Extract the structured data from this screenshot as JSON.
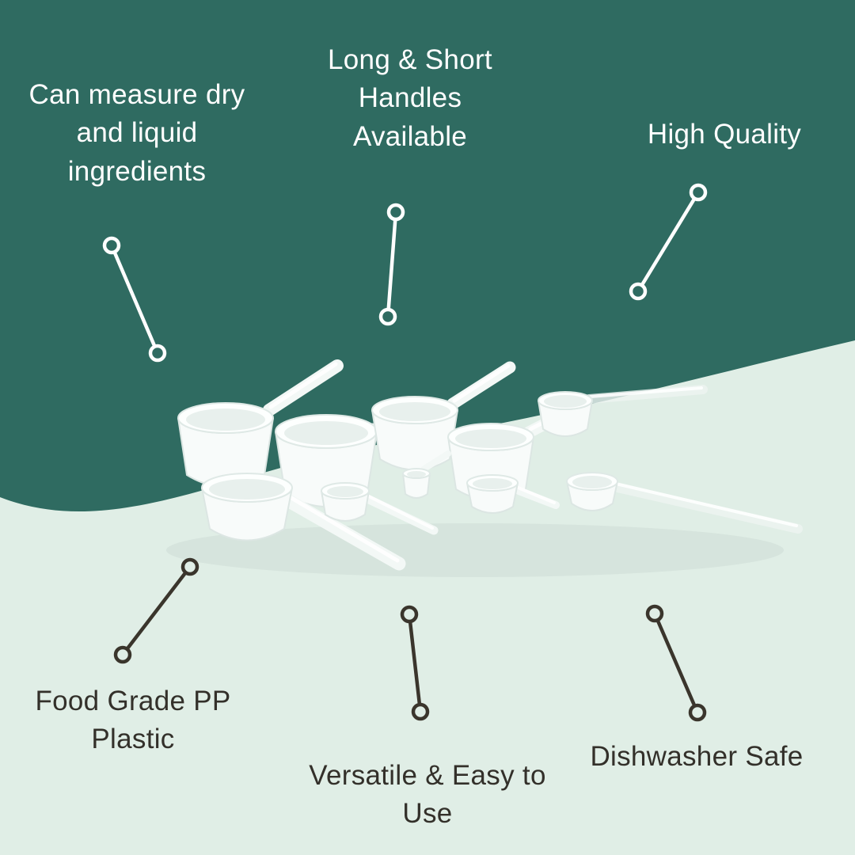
{
  "colors": {
    "teal_background": "#2F6B61",
    "mint_background": "#E0EEE6",
    "light_text": "#FFFFFF",
    "dark_text": "#33302A",
    "connector_light": "#FFFFFF",
    "connector_dark": "#3A352C"
  },
  "callouts": {
    "measure": {
      "lines": [
        "Can measure dry",
        "and liquid",
        "ingredients"
      ]
    },
    "handles": {
      "lines": [
        "Long & Short",
        "Handles",
        "Available"
      ]
    },
    "quality": {
      "lines": [
        "High Quality"
      ]
    },
    "material": {
      "lines": [
        "Food Grade PP",
        "Plastic"
      ]
    },
    "versatile": {
      "lines": [
        "Versatile & Easy to",
        "Use"
      ]
    },
    "dishwasher": {
      "lines": [
        "Dishwasher Safe"
      ]
    }
  }
}
